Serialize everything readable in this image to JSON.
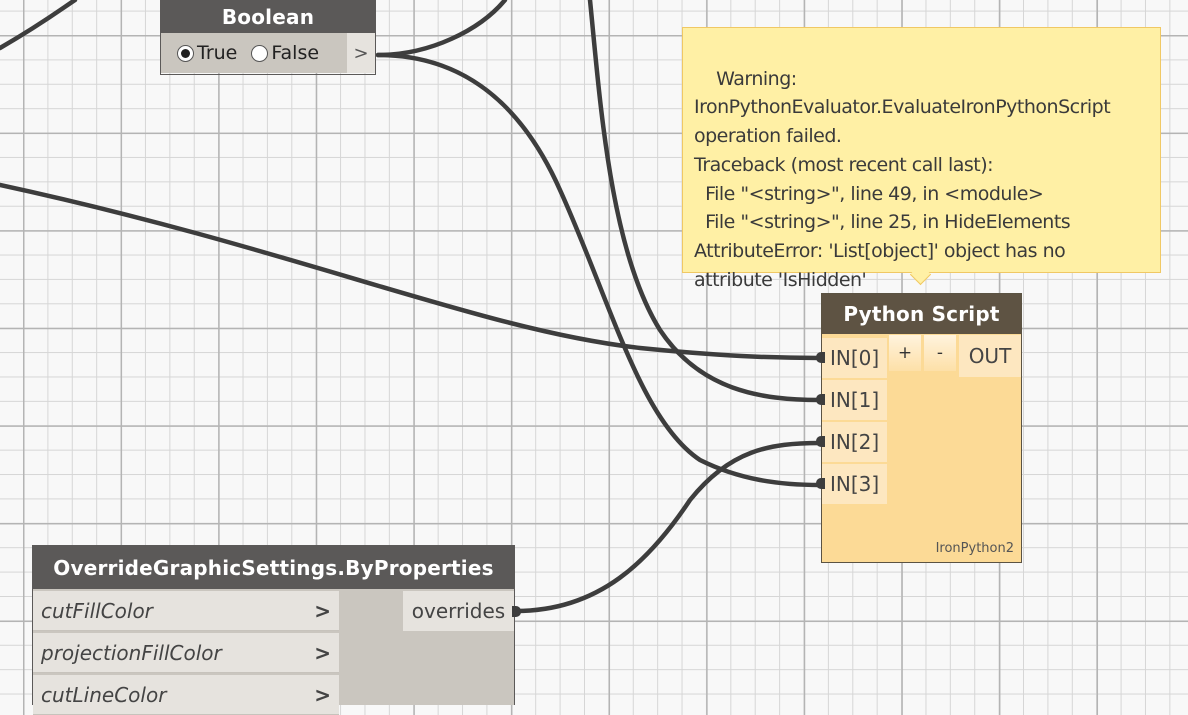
{
  "nodes": {
    "boolean": {
      "title": "Boolean",
      "options": [
        {
          "label": "True",
          "selected": true
        },
        {
          "label": "False",
          "selected": false
        }
      ],
      "output_port": ">"
    },
    "python_script": {
      "title": "Python Script",
      "inputs": [
        "IN[0]",
        "IN[1]",
        "IN[2]",
        "IN[3]"
      ],
      "add_input_label": "+",
      "remove_input_label": "-",
      "output": "OUT",
      "engine": "IronPython2"
    },
    "override_graphic_settings": {
      "title": "OverrideGraphicSettings.ByProperties",
      "inputs": [
        "cutFillColor",
        "projectionFillColor",
        "cutLineColor"
      ],
      "input_arrow": ">",
      "output": "overrides"
    }
  },
  "warning": {
    "text": "Warning:\nIronPythonEvaluator.EvaluateIronPythonScript\noperation failed.\nTraceback (most recent call last):\n  File \"<string>\", line 49, in <module>\n  File \"<string>\", line 25, in HideElements\nAttributeError: 'List[object]' object has no\nattribute 'IsHidden'"
  },
  "colors": {
    "canvas_bg": "#f8f8f8",
    "node_header": "#5b5958",
    "python_header": "#5e5343",
    "python_body": "#fcda96",
    "warning_bg": "#fff0a5",
    "warning_border": "#f0c864",
    "wire": "#3d3d3d"
  }
}
